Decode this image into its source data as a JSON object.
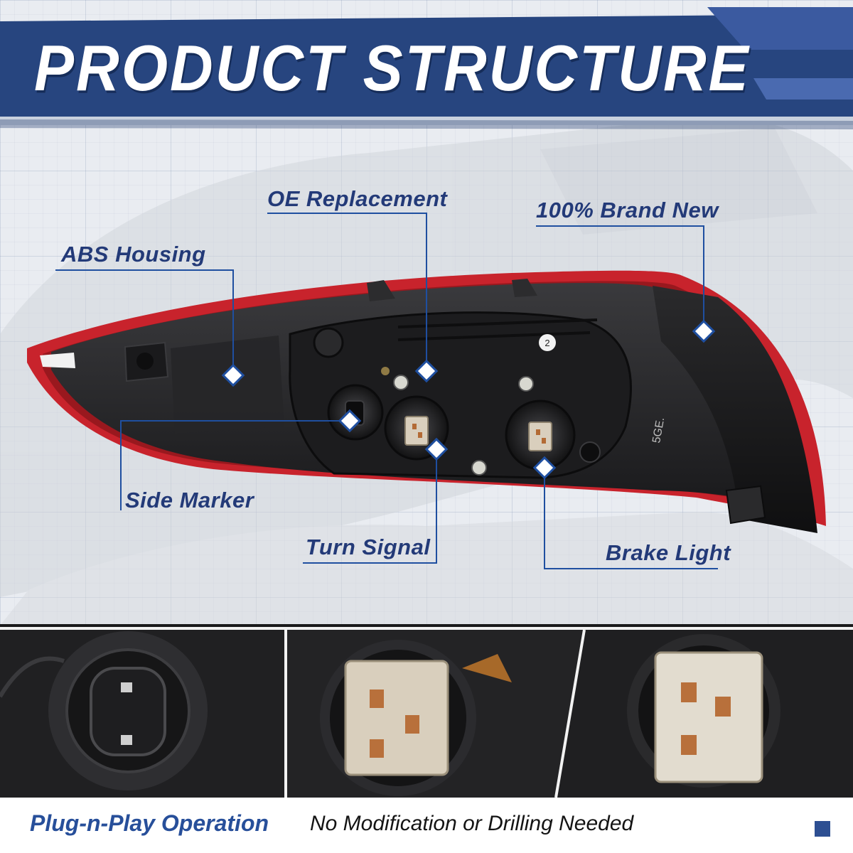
{
  "header": {
    "title": "PRODUCT STRUCTURE"
  },
  "callouts": {
    "oe_replacement": "OE Replacement",
    "brand_new": "100% Brand New",
    "abs_housing": "ABS Housing",
    "side_marker": "Side Marker",
    "turn_signal": "Turn Signal",
    "brake_light": "Brake Light"
  },
  "lamp_markings": {
    "socket_number": "2",
    "housing_code": "5GE."
  },
  "footer": {
    "primary": "Plug-n-Play Operation",
    "secondary": "No Modification or Drilling Needed"
  },
  "colors": {
    "brand_blue": "#27457f",
    "accent_red": "#c8232c",
    "label_blue": "#233a78"
  }
}
